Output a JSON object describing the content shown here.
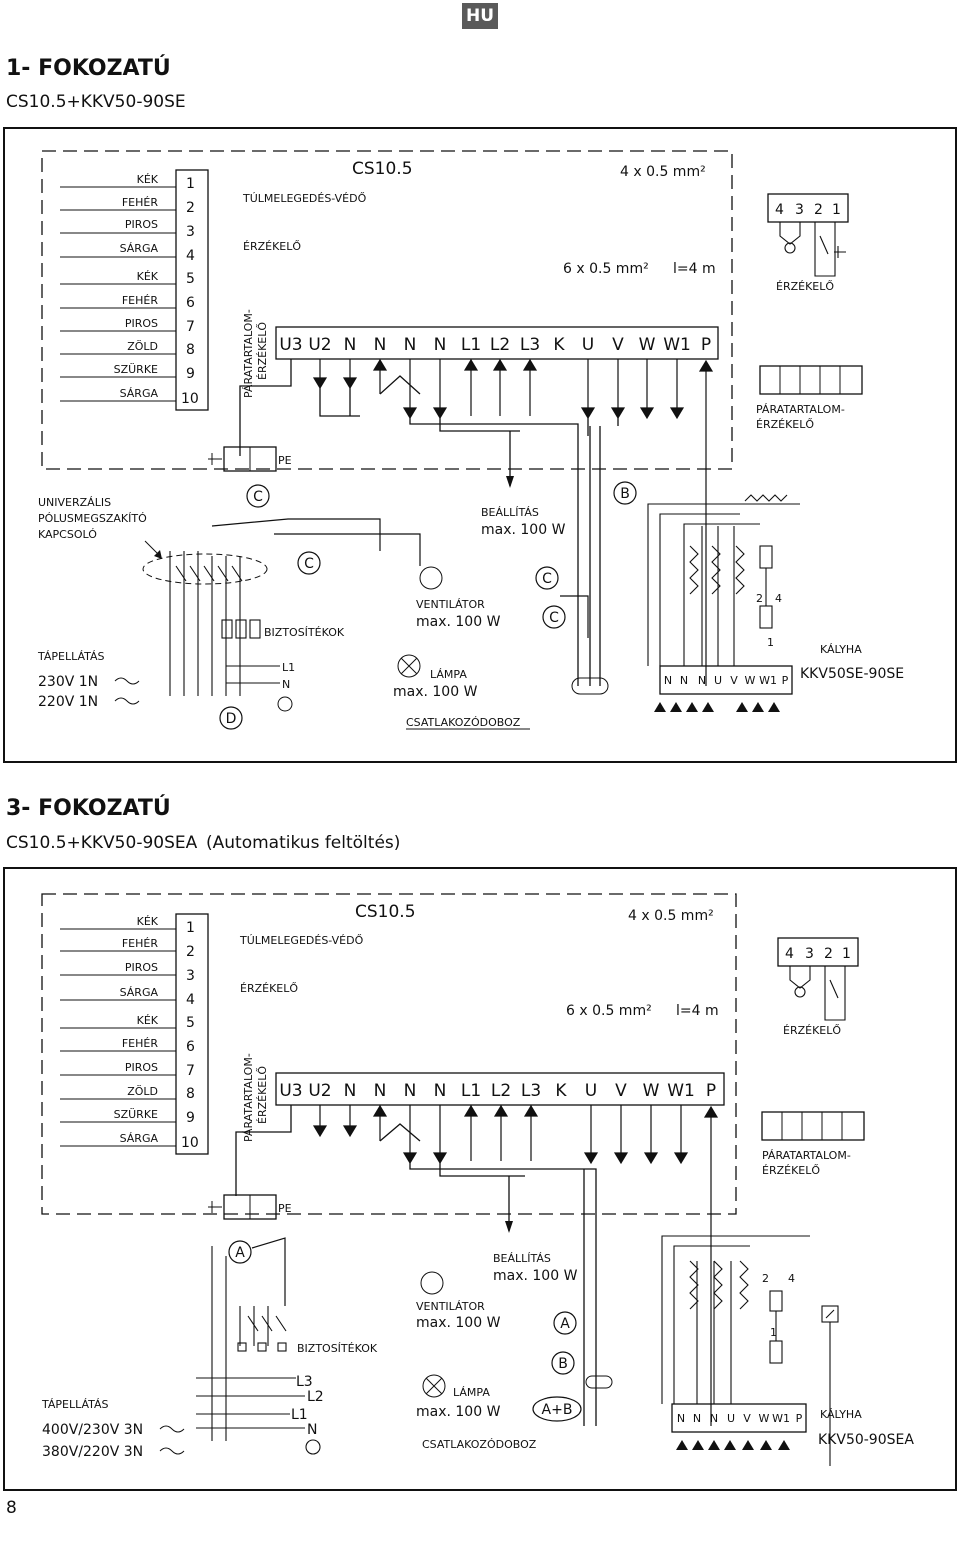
{
  "lang_badge": "HU",
  "page_number": "8",
  "sections": [
    {
      "heading": "1- FOKOZATÚ",
      "model": "CS10.5+KKV50-90SE",
      "subtitle": "",
      "diagram": {
        "unit": "CS10.5",
        "cable_4": "4 x 0.5 mm²",
        "cable_6": "6 x 0.5 mm²",
        "cable_len": "l=4 m",
        "overheat": "TÚLMELEGEDÉS-VÉDŐ",
        "sensor": "ÉRZÉKELŐ",
        "humidity_vert_1": "PÁRATARTALOM-",
        "humidity_vert_2": "ÉRZÉKELŐ",
        "pe": "PE",
        "wire_colors": [
          "KÉK",
          "FEHÉR",
          "PIROS",
          "SÁRGA",
          "KÉK",
          "FEHÉR",
          "PIROS",
          "ZÖLD",
          "SZÜRKE",
          "SÁRGA"
        ],
        "wire_numbers": [
          "1",
          "2",
          "3",
          "4",
          "5",
          "6",
          "7",
          "8",
          "9",
          "10"
        ],
        "terminals": [
          "U3",
          "U2",
          "N",
          "N",
          "N",
          "N",
          "L1",
          "L2",
          "L3",
          "K",
          "U",
          "V",
          "W",
          "W1",
          "P"
        ],
        "sensor_pins": [
          "4",
          "3",
          "2",
          "1"
        ],
        "sensor_label": "ÉRZÉKELŐ",
        "humidity_label_1": "PÁRATARTALOM-",
        "humidity_label_2": "ÉRZÉKELŐ",
        "switch_1": "UNIVERZÁLIS",
        "switch_2": "PÓLUSMEGSZAKÍTÓ",
        "switch_3": "KAPCSOLÓ",
        "supply": "TÁPELLÁTÁS",
        "voltage_1": "230V 1N",
        "voltage_2": "220V 1N",
        "fuses": "BIZTOSÍTÉKOK",
        "l1": "L1",
        "n": "N",
        "letters": {
          "c1": "C",
          "c2": "C",
          "c3": "C",
          "c4": "C",
          "d": "D",
          "b": "B"
        },
        "setting": "BEÁLLÍTÁS",
        "setting_max": "max. 100 W",
        "fan": "VENTILÁTOR",
        "fan_max": "max. 100 W",
        "lamp": "LÁMPA",
        "lamp_max": "max. 100 W",
        "junction": "CSATLAKOZÓDOBOZ",
        "heater_terminals": [
          "N",
          "N",
          "N",
          "U",
          "V",
          "W",
          "W1",
          "P"
        ],
        "heater_pins": [
          "2",
          "4",
          "1"
        ],
        "heater": "KÁLYHA",
        "heater_model": "KKV50SE-90SE"
      }
    },
    {
      "heading": "3- FOKOZATÚ",
      "model": "CS10.5+KKV50-90SEA",
      "subtitle": "(Automatikus feltöltés)",
      "diagram": {
        "unit": "CS10.5",
        "cable_4": "4 x 0.5 mm²",
        "cable_6": "6 x 0.5 mm²",
        "cable_len": "l=4 m",
        "overheat": "TÚLMELEGEDÉS-VÉDŐ",
        "sensor": "ÉRZÉKELŐ",
        "humidity_vert_1": "PÁRATARTALOM-",
        "humidity_vert_2": "ÉRZÉKELŐ",
        "pe": "PE",
        "wire_colors": [
          "KÉK",
          "FEHÉR",
          "PIROS",
          "SÁRGA",
          "KÉK",
          "FEHÉR",
          "PIROS",
          "ZÖLD",
          "SZÜRKE",
          "SÁRGA"
        ],
        "wire_numbers": [
          "1",
          "2",
          "3",
          "4",
          "5",
          "6",
          "7",
          "8",
          "9",
          "10"
        ],
        "terminals": [
          "U3",
          "U2",
          "N",
          "N",
          "N",
          "N",
          "L1",
          "L2",
          "L3",
          "K",
          "U",
          "V",
          "W",
          "W1",
          "P"
        ],
        "sensor_pins": [
          "4",
          "3",
          "2",
          "1"
        ],
        "sensor_label": "ÉRZÉKELŐ",
        "humidity_label_1": "PÁRATARTALOM-",
        "humidity_label_2": "ÉRZÉKELŐ",
        "supply": "TÁPELLÁTÁS",
        "voltage_1": "400V/230V 3N",
        "voltage_2": "380V/220V 3N",
        "fuses": "BIZTOSÍTÉKOK",
        "l3": "L3",
        "l2": "L2",
        "l1": "L1",
        "n": "N",
        "letters": {
          "a1": "A",
          "a2": "A",
          "b": "B",
          "ab": "A+B"
        },
        "setting": "BEÁLLÍTÁS",
        "setting_max": "max. 100 W",
        "fan": "VENTILÁTOR",
        "fan_max": "max. 100 W",
        "lamp": "LÁMPA",
        "lamp_max": "max. 100 W",
        "junction": "CSATLAKOZÓDOBOZ",
        "heater_terminals": [
          "N",
          "N",
          "N",
          "U",
          "V",
          "W",
          "W1",
          "P"
        ],
        "heater_pins": [
          "2",
          "4",
          "1"
        ],
        "heater": "KÁLYHA",
        "heater_model": "KKV50-90SEA"
      }
    }
  ]
}
